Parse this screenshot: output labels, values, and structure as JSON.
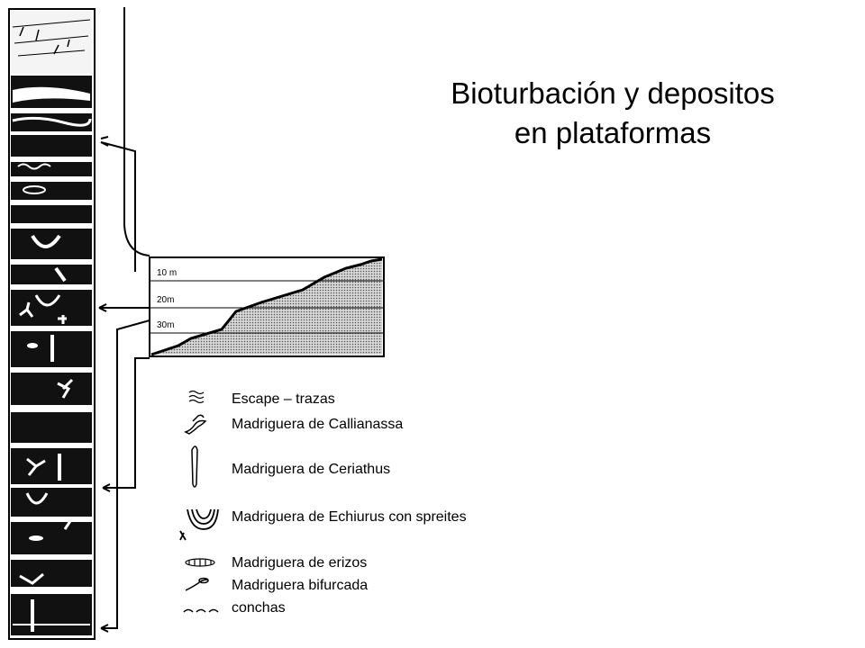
{
  "title": {
    "line1": "Bioturbación y depositos",
    "line2": "en plataformas"
  },
  "profile": {
    "depth_labels": [
      "10 m",
      "20m",
      "30m"
    ]
  },
  "legend": [
    {
      "label": "Escape – trazas",
      "icon": "escape-traces-icon"
    },
    {
      "label": "Madriguera de Callianassa",
      "icon": "callianassa-burrow-icon"
    },
    {
      "label": "Madriguera de Ceriathus",
      "icon": "ceriathus-burrow-icon"
    },
    {
      "label": "Madriguera de Echiurus con spreites",
      "icon": "echiurus-burrow-icon"
    },
    {
      "label": "Madriguera de erizos",
      "icon": "urchin-burrow-icon"
    },
    {
      "label": "Madriguera bifurcada",
      "icon": "forked-burrow-icon"
    },
    {
      "label": "conchas",
      "icon": "shells-icon"
    }
  ],
  "colors": {
    "ink": "#000000",
    "paper": "#ffffff"
  }
}
